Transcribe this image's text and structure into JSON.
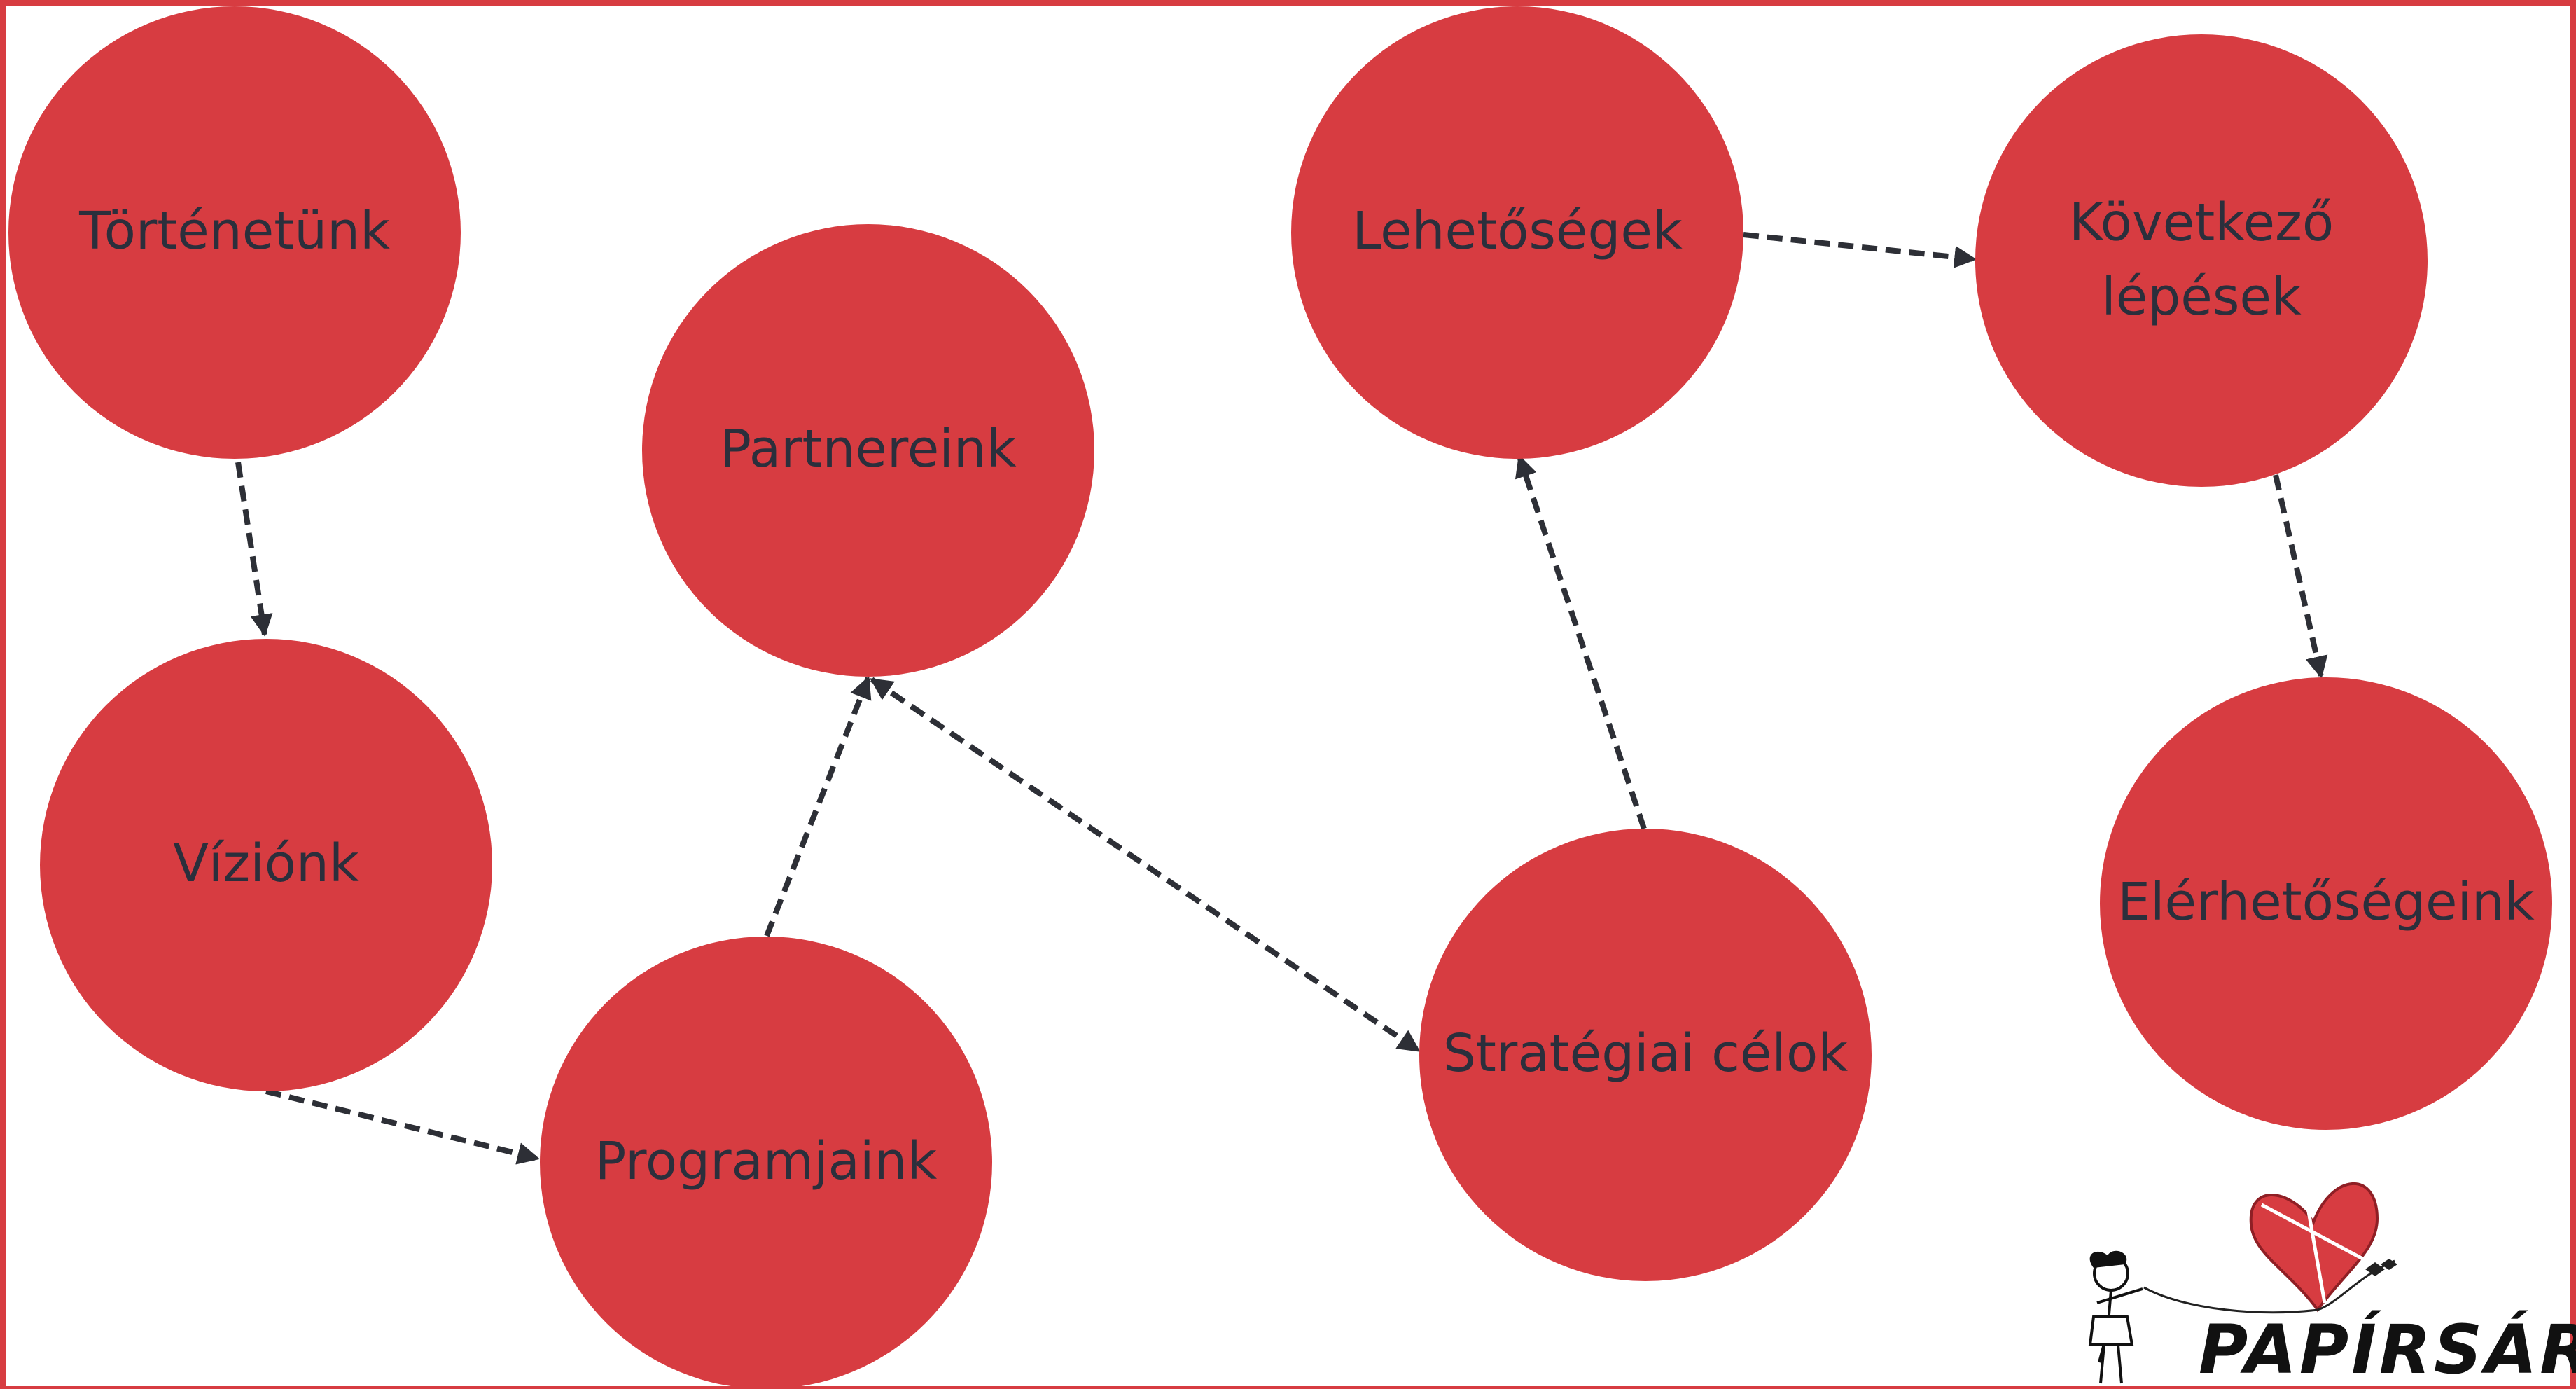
{
  "diagram": {
    "frame_color": "#d73c41",
    "node_color": "#d73c41",
    "edge_color": "#2d2f36",
    "text_color": "#2b2f3c",
    "nodes": {
      "tortenetunk": {
        "label": "Történetünk"
      },
      "viziank": {
        "label": "Víziónk"
      },
      "programjaink": {
        "label": "Programjaink"
      },
      "partnereink": {
        "label": "Partnereink"
      },
      "strategiai": {
        "label": "Stratégiai célok"
      },
      "lehetosegek": {
        "label": "Lehetőségek"
      },
      "kovetkezo": {
        "label_line1": "Következő",
        "label_line2": "lépések"
      },
      "elerhetosegeink": {
        "label": "Elérhetőségeink"
      }
    },
    "edges": [
      {
        "from": "tortenetunk",
        "to": "viziank"
      },
      {
        "from": "viziank",
        "to": "programjaink"
      },
      {
        "from": "programjaink",
        "to": "partnereink"
      },
      {
        "from": "partnereink",
        "to": "strategiai",
        "bidirectional": true
      },
      {
        "from": "strategiai",
        "to": "lehetosegek"
      },
      {
        "from": "lehetosegek",
        "to": "kovetkezo"
      },
      {
        "from": "kovetkezo",
        "to": "elerhetosegeink"
      }
    ]
  },
  "logo": {
    "text": "PAPÍRSÁRKÁNY",
    "icon": "girl-with-heart-kite-icon"
  }
}
